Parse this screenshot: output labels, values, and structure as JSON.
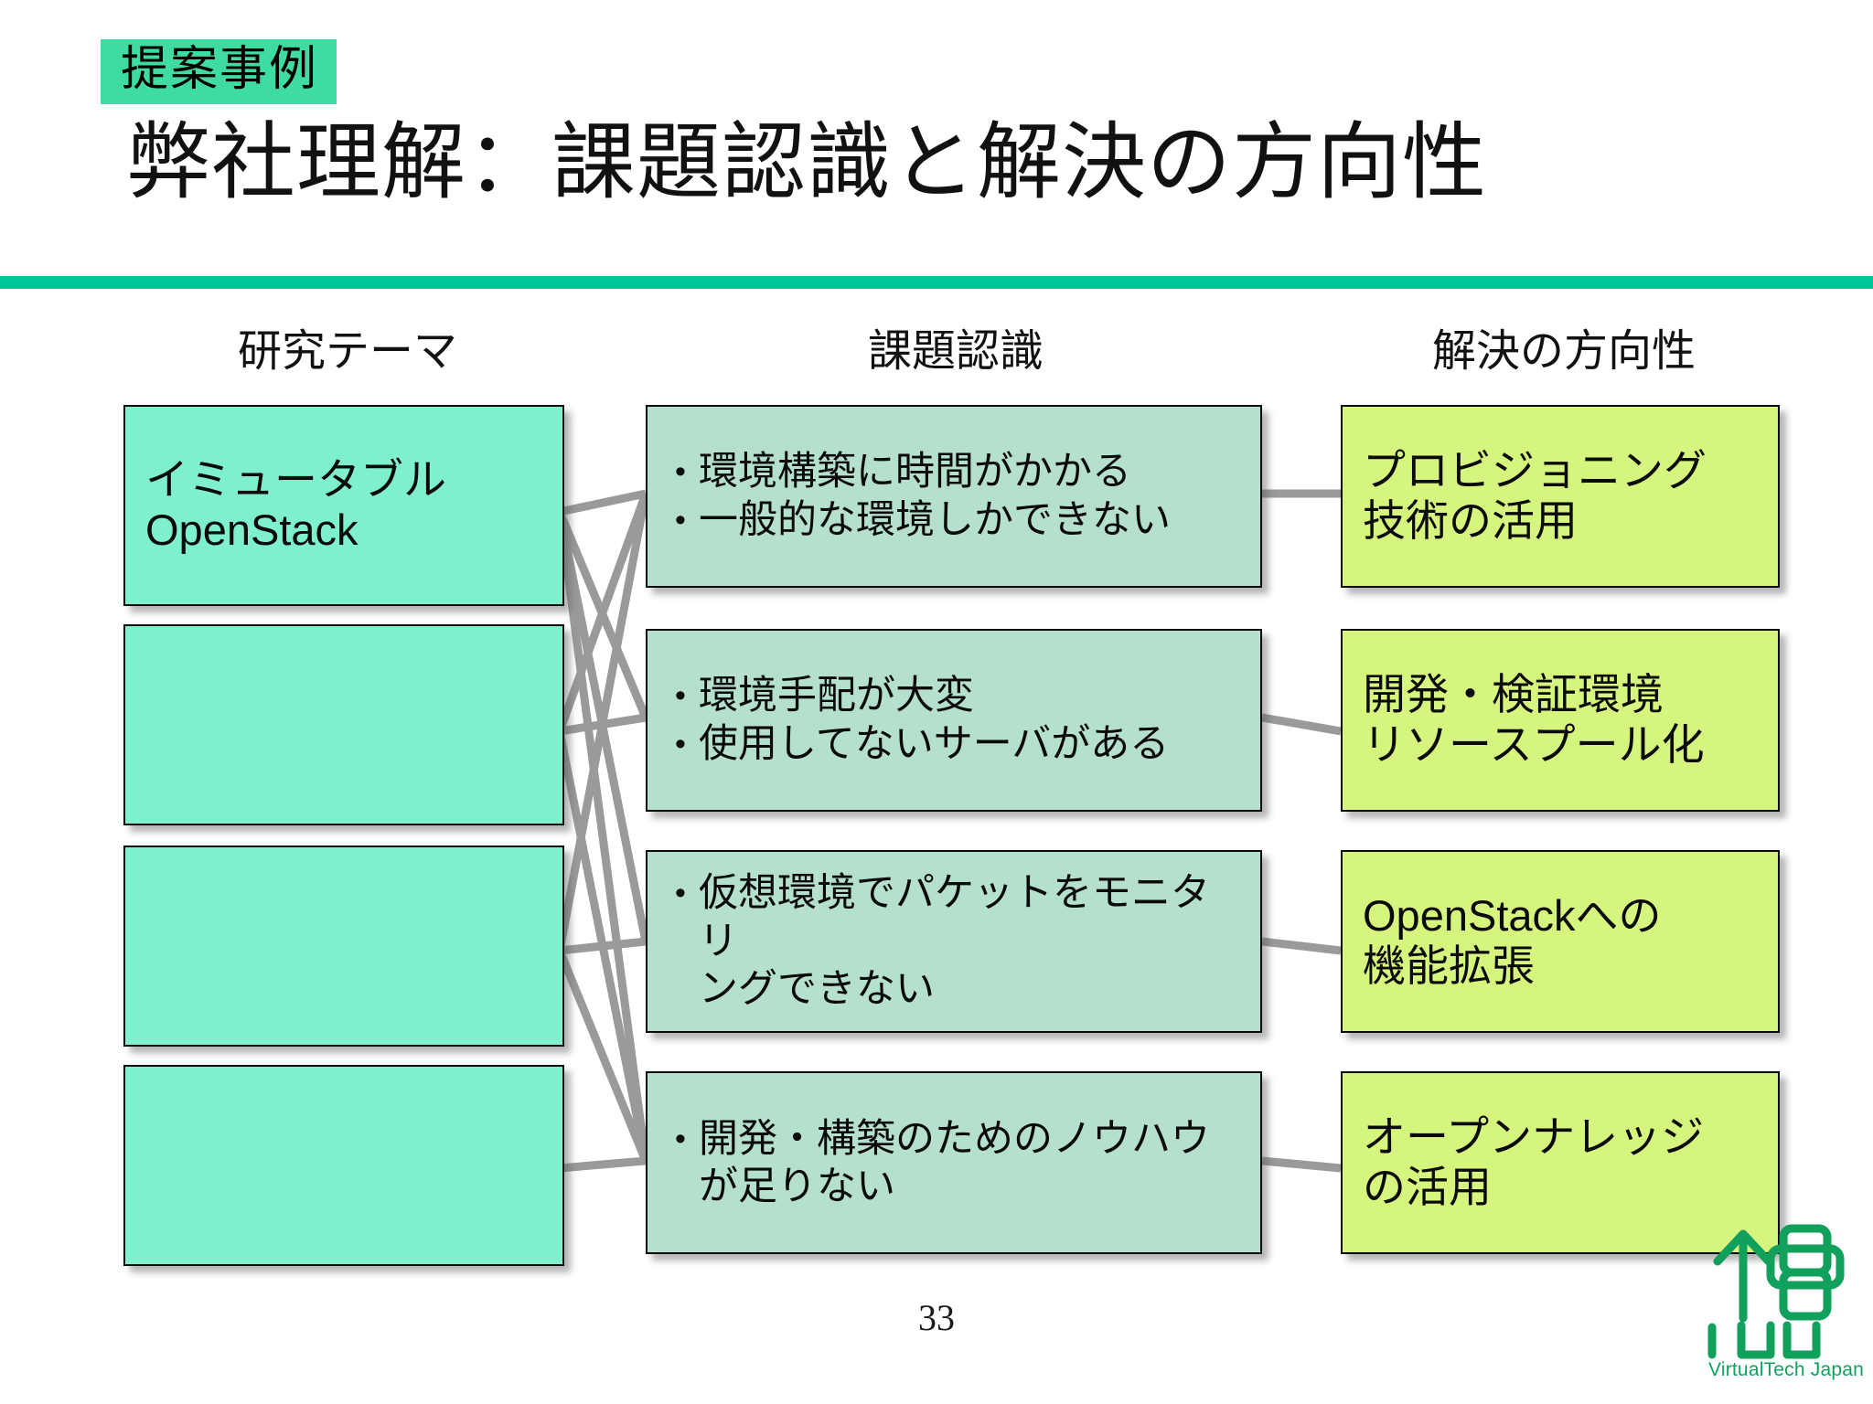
{
  "slide": {
    "kicker": "提案事例",
    "title": "弊社理解：課題認識と解決の方向性",
    "page_number": "33",
    "accent_green": "#00c79a",
    "kicker_bg": "#3fdca2",
    "theme_box_color": "#7ff0ce",
    "issue_box_color": "#b5e0cd",
    "solution_box_color": "#d6f57f",
    "connector_color": "#9a9a9a"
  },
  "columns": {
    "theme_header": "研究テーマ",
    "issue_header": "課題認識",
    "solution_header": "解決の方向性"
  },
  "themes": [
    {
      "lines": [
        "イミュータブル",
        "OpenStack"
      ]
    },
    {
      "lines": []
    },
    {
      "lines": []
    },
    {
      "lines": []
    }
  ],
  "issues": [
    {
      "bullets": [
        {
          "lines": [
            "環境構築に時間がかかる"
          ]
        },
        {
          "lines": [
            "一般的な環境しかできない"
          ]
        }
      ]
    },
    {
      "bullets": [
        {
          "lines": [
            "環境手配が大変"
          ]
        },
        {
          "lines": [
            "使用してないサーバがある"
          ]
        }
      ]
    },
    {
      "bullets": [
        {
          "lines": [
            "仮想環境でパケットをモニタリ",
            "ングできない"
          ]
        }
      ]
    },
    {
      "bullets": [
        {
          "lines": [
            "開発・構築のためのノウハウ",
            "が足りない"
          ]
        }
      ]
    }
  ],
  "solutions": [
    {
      "lines": [
        "プロビジョニング",
        "技術の活用"
      ]
    },
    {
      "lines": [
        "開発・検証環境",
        "リソースプール化"
      ]
    },
    {
      "lines": [
        "OpenStackへの",
        "機能拡張"
      ]
    },
    {
      "lines": [
        "オープンナレッジ",
        "の活用"
      ]
    }
  ],
  "logo": {
    "name": "VirtualTech Japan",
    "color": "#12a05d"
  }
}
